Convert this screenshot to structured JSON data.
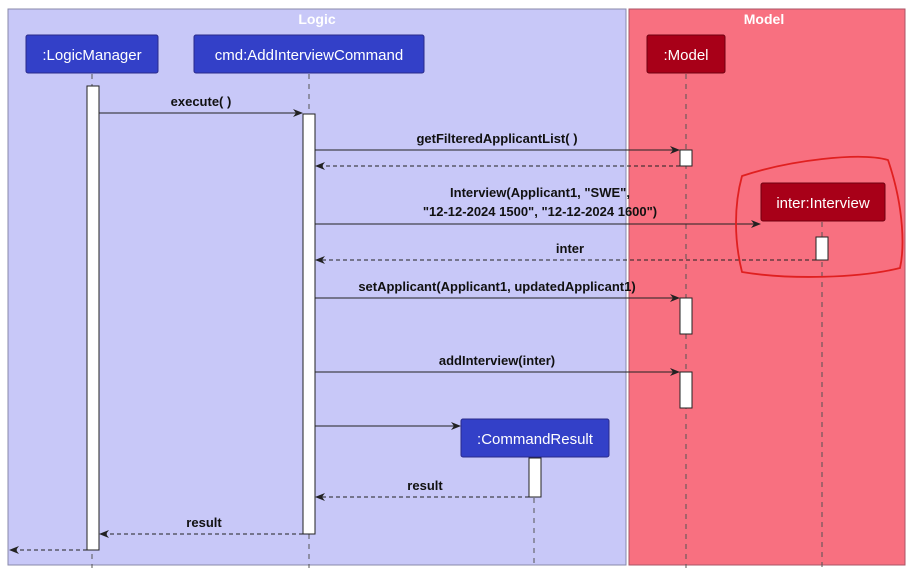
{
  "frames": {
    "logic": {
      "title": "Logic",
      "fill": "#c8c8f8"
    },
    "model": {
      "title": "Model",
      "fill": "#f87080"
    }
  },
  "participants": {
    "logic_manager": ":LogicManager",
    "add_interview_command": "cmd:AddInterviewCommand",
    "model": ":Model",
    "interview": "inter:Interview",
    "command_result": ":CommandResult"
  },
  "messages": {
    "execute": "execute( )",
    "get_filtered": "getFilteredApplicantList( )",
    "interview_line1": "Interview(Applicant1, \"SWE\",",
    "interview_line2": "\"12-12-2024 1500\", \"12-12-2024 1600\")",
    "inter_return": "inter",
    "set_applicant": "setApplicant(Applicant1, updatedApplicant1)",
    "add_interview": "addInterview(inter)",
    "result_return_1": "result",
    "result_return_2": "result"
  },
  "colors": {
    "logic_participant": "#3340c8",
    "model_participant": "#a80018",
    "annotation": "#e02020"
  }
}
